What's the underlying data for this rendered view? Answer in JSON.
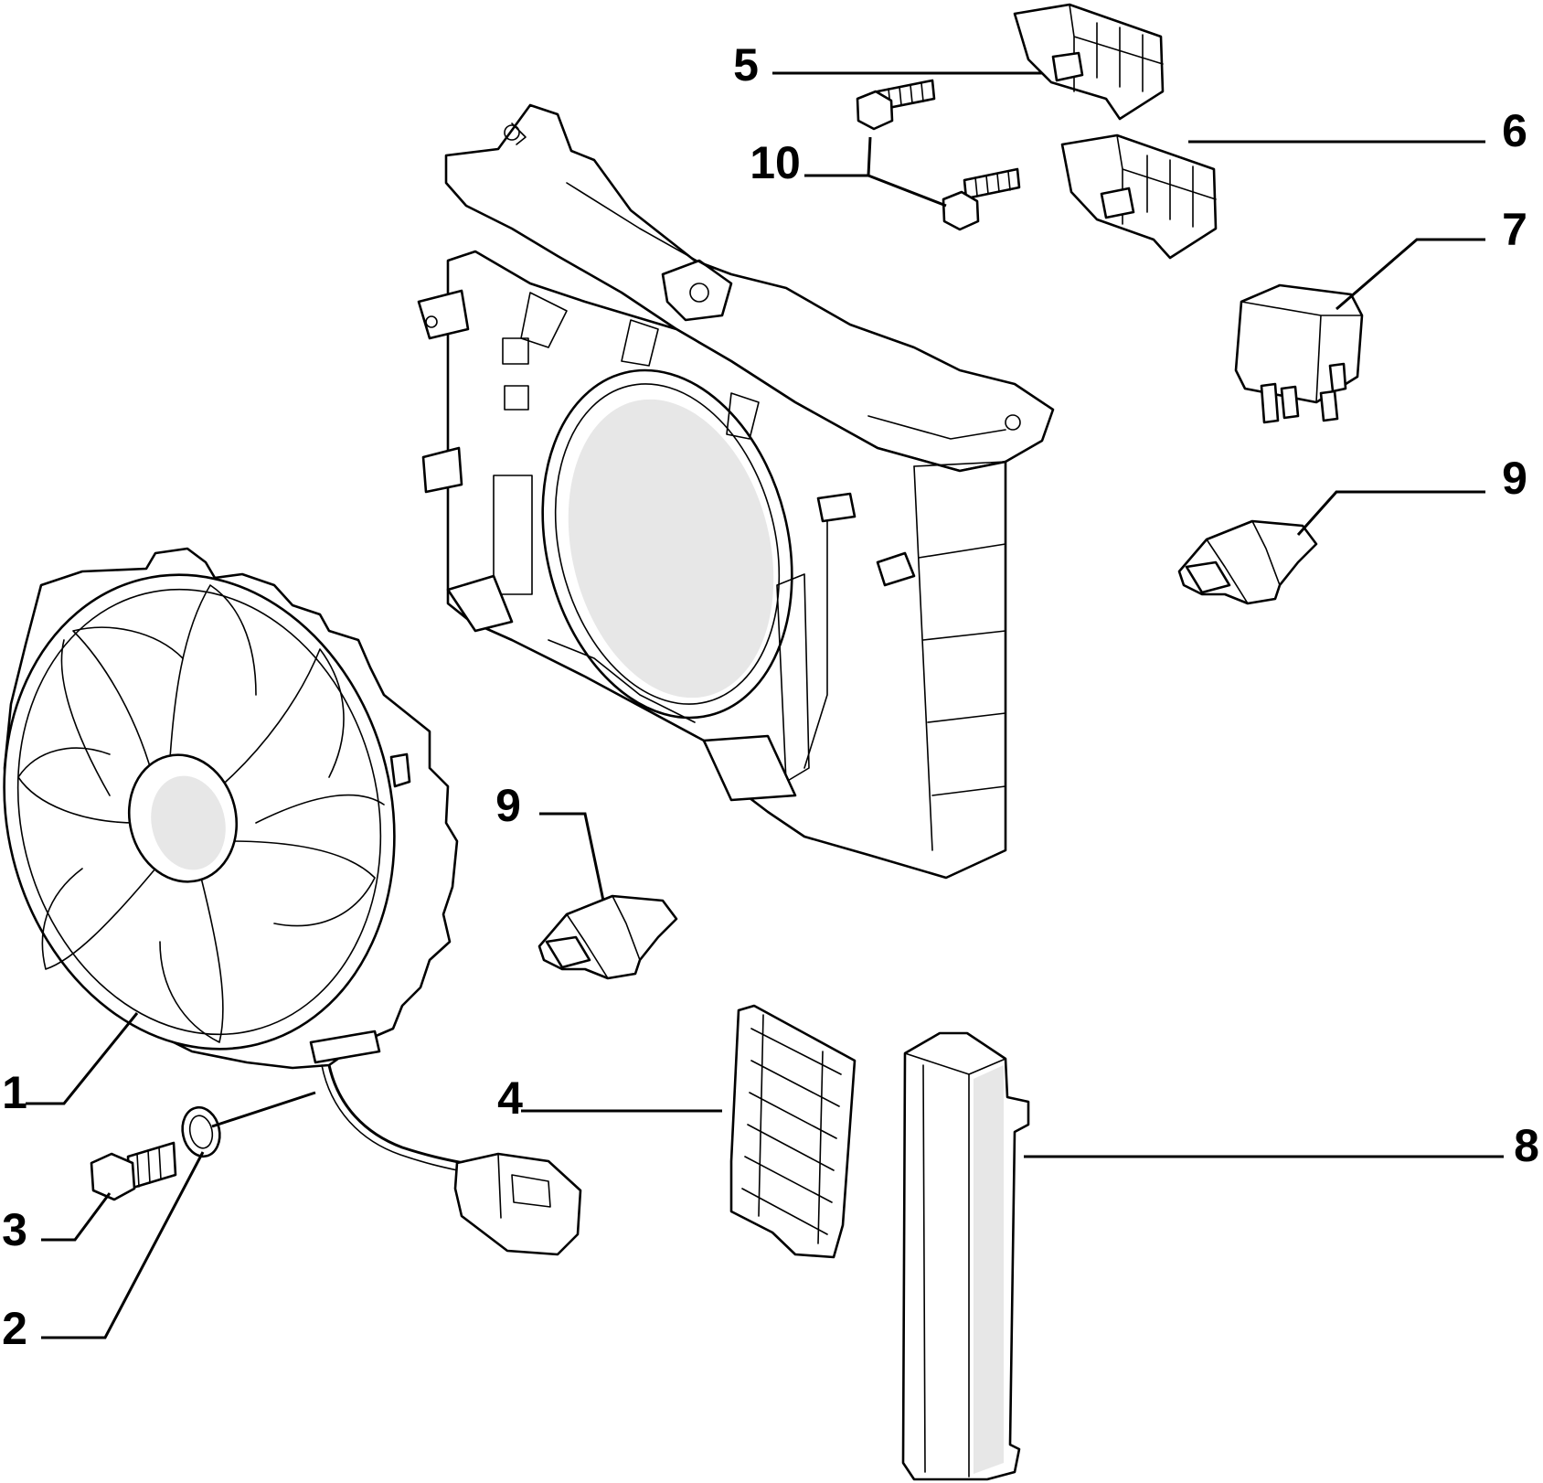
{
  "callouts": [
    {
      "id": "1",
      "label": "1"
    },
    {
      "id": "2",
      "label": "2"
    },
    {
      "id": "3",
      "label": "3"
    },
    {
      "id": "4",
      "label": "4"
    },
    {
      "id": "5",
      "label": "5"
    },
    {
      "id": "6",
      "label": "6"
    },
    {
      "id": "7",
      "label": "7"
    },
    {
      "id": "8",
      "label": "8"
    },
    {
      "id": "9a",
      "label": "9"
    },
    {
      "id": "9b",
      "label": "9"
    },
    {
      "id": "10",
      "label": "10"
    }
  ],
  "icons": {
    "fan": "cooling-fan-assembly-icon",
    "o_ring": "o-ring-seal-icon",
    "bolt": "bolt-icon",
    "grille": "louvre-grille-icon",
    "resistor": "fan-resistor-module-icon",
    "relay": "relay-icon",
    "duct": "air-duct-icon",
    "clip": "clip-icon",
    "frame": "radiator-support-frame-icon"
  },
  "colors": {
    "line": "#000000",
    "background": "#ffffff"
  }
}
